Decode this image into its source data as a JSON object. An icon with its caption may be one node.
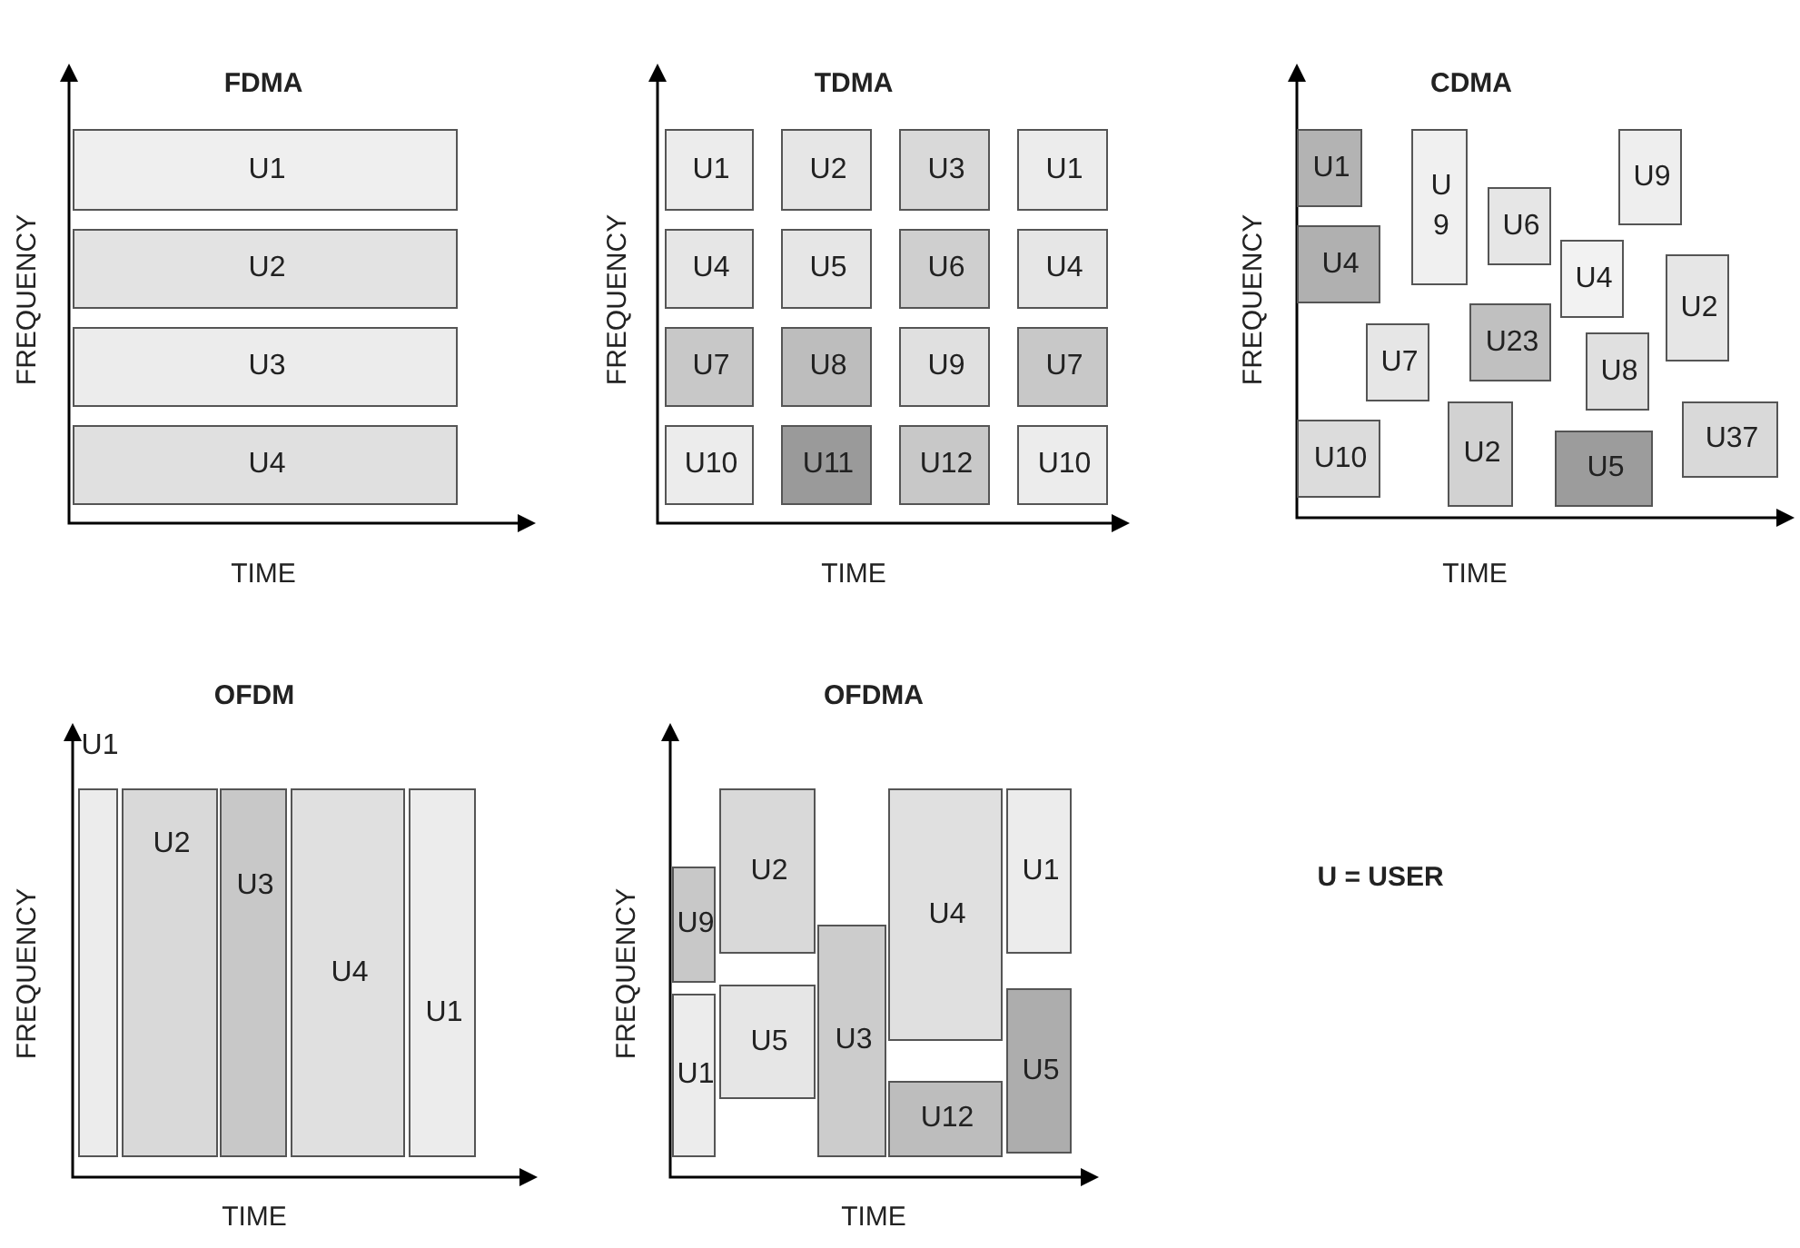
{
  "diagram": {
    "nodes": [
      {
        "text": [
          "FDMA"
        ],
        "beside": [
          "FREQUENCY",
          "TIME"
        ]
      },
      {
        "text": [
          "U1"
        ],
        "in": 0
      },
      {
        "text": [
          "U2"
        ],
        "in": 0
      },
      {
        "text": [
          "U3"
        ],
        "in": 0
      },
      {
        "text": [
          "U4"
        ],
        "in": 0
      },
      {
        "text": [
          "TDMA"
        ],
        "beside": [
          "FREQUENCY",
          "TIME"
        ]
      },
      {
        "text": [
          "U1"
        ],
        "in": 5
      },
      {
        "text": [
          "U2"
        ],
        "in": 5
      },
      {
        "text": [
          "U3"
        ],
        "in": 5
      },
      {
        "text": [
          "U1"
        ],
        "in": 5
      },
      {
        "text": [
          "U4"
        ],
        "in": 5
      },
      {
        "text": [
          "U5"
        ],
        "in": 5
      },
      {
        "text": [
          "U6"
        ],
        "in": 5
      },
      {
        "text": [
          "U4"
        ],
        "in": 5
      },
      {
        "text": [
          "U7"
        ],
        "in": 5
      },
      {
        "text": [
          "U8"
        ],
        "in": 5
      },
      {
        "text": [
          "U9"
        ],
        "in": 5
      },
      {
        "text": [
          "U7"
        ],
        "in": 5
      },
      {
        "text": [
          "U10"
        ],
        "in": 5
      },
      {
        "text": [
          "U11"
        ],
        "in": 5
      },
      {
        "text": [
          "U12"
        ],
        "in": 5
      },
      {
        "text": [
          "U10"
        ],
        "in": 5
      },
      {
        "text": [
          "CDMA"
        ],
        "beside": [
          "FREQUENCY",
          "TIME"
        ]
      },
      {
        "text": [
          "U1"
        ],
        "in": 22
      },
      {
        "text": [
          "U 9"
        ],
        "in": 22
      },
      {
        "text": [
          "U9"
        ],
        "in": 22
      },
      {
        "text": [
          "U6"
        ],
        "in": 22
      },
      {
        "text": [
          "U4"
        ],
        "in": 22
      },
      {
        "text": [
          "U4"
        ],
        "in": 22
      },
      {
        "text": [
          "U2"
        ],
        "in": 22
      },
      {
        "text": [
          "U7"
        ],
        "in": 22
      },
      {
        "text": [
          "U23"
        ],
        "in": 22
      },
      {
        "text": [
          "U8"
        ],
        "in": 22
      },
      {
        "text": [
          "U10"
        ],
        "in": 22
      },
      {
        "text": [
          "U2"
        ],
        "in": 22
      },
      {
        "text": [
          "U37"
        ],
        "in": 22
      },
      {
        "text": [
          "U5"
        ],
        "in": 22
      },
      {
        "text": [
          "OFDM"
        ],
        "beside": [
          "FREQUENCY",
          "TIME"
        ]
      },
      {
        "text": [
          "U1"
        ],
        "in": 37
      },
      {
        "text": [
          "U2"
        ],
        "in": 37
      },
      {
        "text": [
          "U3"
        ],
        "in": 37
      },
      {
        "text": [
          "U4"
        ],
        "in": 37
      },
      {
        "text": [
          "U1"
        ],
        "in": 37
      },
      {
        "text": [
          "OFDMA"
        ],
        "beside": [
          "FREQUENCY",
          "TIME"
        ]
      },
      {
        "text": [
          "U9"
        ],
        "in": 43
      },
      {
        "text": [
          "U1"
        ],
        "in": 43
      },
      {
        "text": [
          "U2"
        ],
        "in": 43
      },
      {
        "text": [
          "U5"
        ],
        "in": 43
      },
      {
        "text": [
          "U3"
        ],
        "in": 43
      },
      {
        "text": [
          "U4"
        ],
        "in": 43
      },
      {
        "text": [
          "U12"
        ],
        "in": 43
      },
      {
        "text": [
          "U1"
        ],
        "in": 43
      },
      {
        "text": [
          "U5"
        ],
        "in": 43
      }
    ],
    "labels": [
      "U = USER"
    ]
  }
}
